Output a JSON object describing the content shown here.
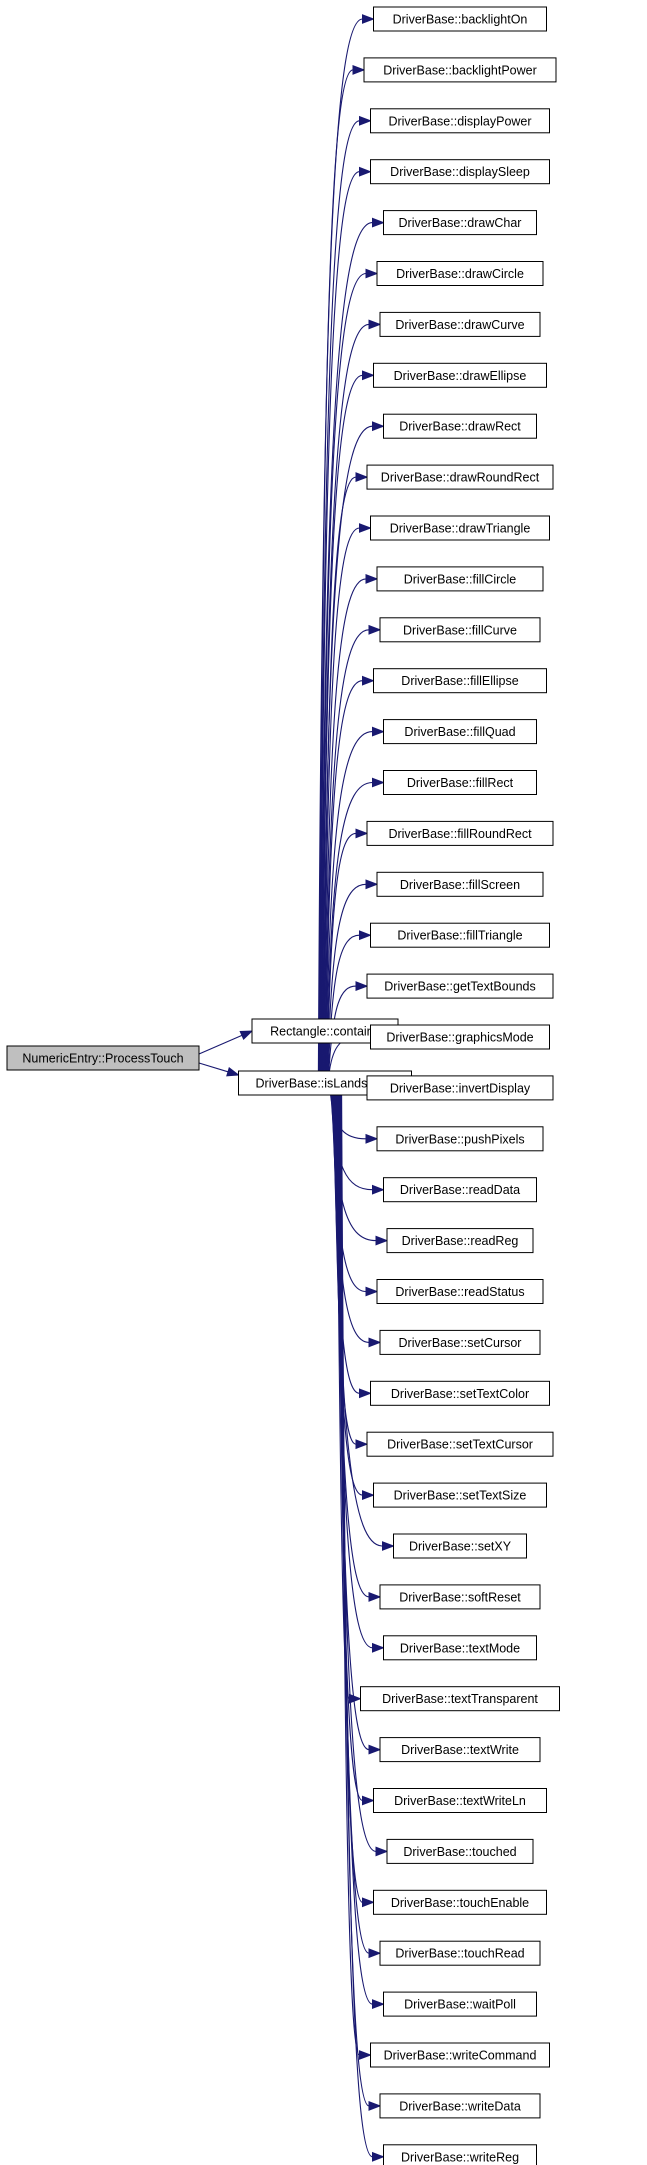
{
  "colors": {
    "edge": "#191970",
    "node_fill": "#ffffff",
    "root_fill": "#bfbfbf",
    "node_border": "#000000"
  },
  "root": "NumericEntry::ProcessTouch",
  "direct_calls": [
    "Rectangle::contains",
    "DriverBase::isLandscape"
  ],
  "hub": "DriverBase::isLandscape",
  "leaves": [
    "DriverBase::backlightOn",
    "DriverBase::backlightPower",
    "DriverBase::displayPower",
    "DriverBase::displaySleep",
    "DriverBase::drawChar",
    "DriverBase::drawCircle",
    "DriverBase::drawCurve",
    "DriverBase::drawEllipse",
    "DriverBase::drawRect",
    "DriverBase::drawRoundRect",
    "DriverBase::drawTriangle",
    "DriverBase::fillCircle",
    "DriverBase::fillCurve",
    "DriverBase::fillEllipse",
    "DriverBase::fillQuad",
    "DriverBase::fillRect",
    "DriverBase::fillRoundRect",
    "DriverBase::fillScreen",
    "DriverBase::fillTriangle",
    "DriverBase::getTextBounds",
    "DriverBase::graphicsMode",
    "DriverBase::invertDisplay",
    "DriverBase::pushPixels",
    "DriverBase::readData",
    "DriverBase::readReg",
    "DriverBase::readStatus",
    "DriverBase::setCursor",
    "DriverBase::setTextColor",
    "DriverBase::setTextCursor",
    "DriverBase::setTextSize",
    "DriverBase::setXY",
    "DriverBase::softReset",
    "DriverBase::textMode",
    "DriverBase::textTransparent",
    "DriverBase::textWrite",
    "DriverBase::textWriteLn",
    "DriverBase::touched",
    "DriverBase::touchEnable",
    "DriverBase::touchRead",
    "DriverBase::waitPoll",
    "DriverBase::writeCommand",
    "DriverBase::writeData",
    "DriverBase::writeReg"
  ]
}
